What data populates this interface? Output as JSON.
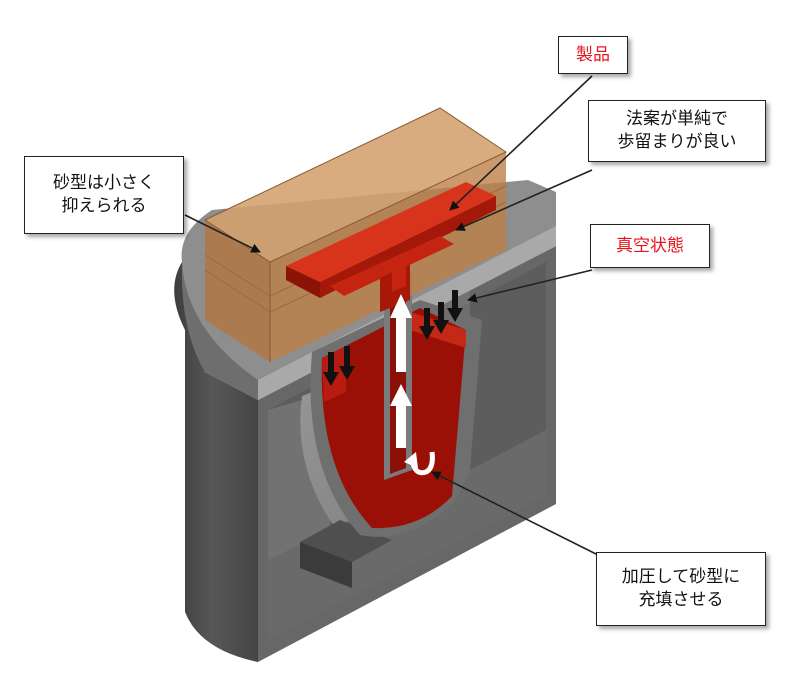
{
  "callouts": {
    "product": {
      "text": "製品",
      "color": "#e8141c"
    },
    "gating": {
      "lines": [
        "法案が単純で",
        "歩留まりが良い"
      ]
    },
    "sand_mold": {
      "lines": [
        "砂型は小さく",
        "抑えられる"
      ]
    },
    "vacuum": {
      "text": "真空状態",
      "color": "#e8141c"
    },
    "pressurize": {
      "lines": [
        "加圧して砂型に",
        "充填させる"
      ]
    }
  },
  "colors": {
    "molten_metal": "#9b1006",
    "product": "#c0200e",
    "sand_mold": "#c89058",
    "vessel_dark": "#505050",
    "vessel_light": "#8a8a8a",
    "arrow_up": "#ffffff",
    "arrow_down": "#111111"
  }
}
